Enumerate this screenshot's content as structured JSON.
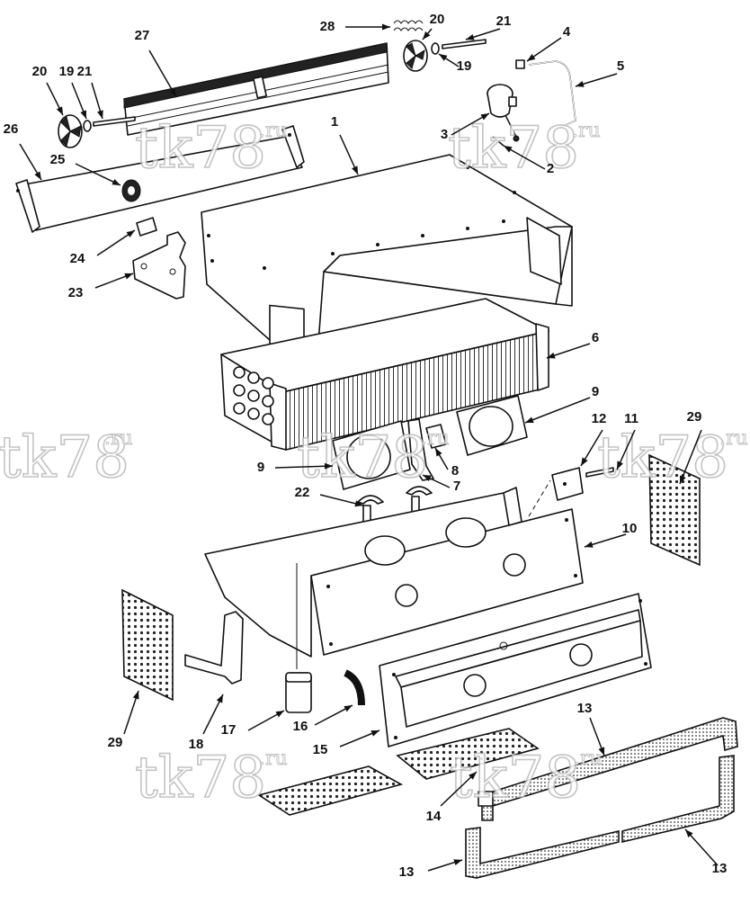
{
  "watermark": {
    "main": "tk78",
    "suffix": ".ru"
  },
  "callouts": [
    {
      "id": "c1",
      "text": "1"
    },
    {
      "id": "c2",
      "text": "2"
    },
    {
      "id": "c3",
      "text": "3"
    },
    {
      "id": "c4",
      "text": "4"
    },
    {
      "id": "c5",
      "text": "5"
    },
    {
      "id": "c6",
      "text": "6"
    },
    {
      "id": "c7",
      "text": "7"
    },
    {
      "id": "c8",
      "text": "8"
    },
    {
      "id": "c9a",
      "text": "9"
    },
    {
      "id": "c9b",
      "text": "9"
    },
    {
      "id": "c10",
      "text": "10"
    },
    {
      "id": "c11",
      "text": "11"
    },
    {
      "id": "c12",
      "text": "12"
    },
    {
      "id": "c13a",
      "text": "13"
    },
    {
      "id": "c13b",
      "text": "13"
    },
    {
      "id": "c13c",
      "text": "13"
    },
    {
      "id": "c14",
      "text": "14"
    },
    {
      "id": "c15",
      "text": "15"
    },
    {
      "id": "c16",
      "text": "16"
    },
    {
      "id": "c17",
      "text": "17"
    },
    {
      "id": "c18",
      "text": "18"
    },
    {
      "id": "c19a",
      "text": "19"
    },
    {
      "id": "c19b",
      "text": "19"
    },
    {
      "id": "c20a",
      "text": "20"
    },
    {
      "id": "c20b",
      "text": "20"
    },
    {
      "id": "c21a",
      "text": "21"
    },
    {
      "id": "c21b",
      "text": "21"
    },
    {
      "id": "c22",
      "text": "22"
    },
    {
      "id": "c23",
      "text": "23"
    },
    {
      "id": "c24",
      "text": "24"
    },
    {
      "id": "c25",
      "text": "25"
    },
    {
      "id": "c26",
      "text": "26"
    },
    {
      "id": "c27",
      "text": "27"
    },
    {
      "id": "c28",
      "text": "28"
    },
    {
      "id": "c29a",
      "text": "29"
    },
    {
      "id": "c29b",
      "text": "29"
    }
  ]
}
